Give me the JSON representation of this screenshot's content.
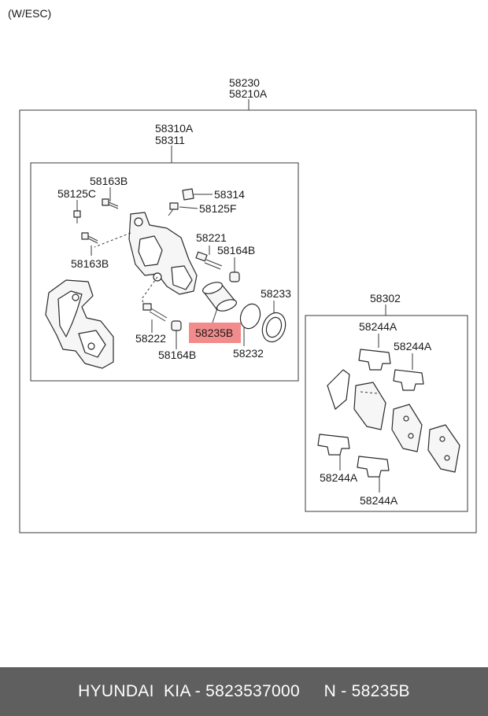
{
  "header_note": "(W/ESC)",
  "assembly": {
    "line1": "58230",
    "line2": "58210A"
  },
  "caliper": {
    "line1": "58310A",
    "line2": "58311"
  },
  "labels": {
    "p58163B_top": "58163B",
    "p58125C": "58125C",
    "p58314": "58314",
    "p58125F": "58125F",
    "p58221": "58221",
    "p58164B_right": "58164B",
    "p58163B_left": "58163B",
    "p58233": "58233",
    "p58235B": "58235B",
    "p58222": "58222",
    "p58164B_bottom": "58164B",
    "p58232": "58232"
  },
  "pad_kit": {
    "title": "58302",
    "clip_top_left": "58244A",
    "clip_top_right": "58244A",
    "clip_bottom_left": "58244A",
    "clip_bottom_right": "58244A"
  },
  "highlight_color": "#f28b8b",
  "footer": {
    "text": "HYUNDAI  KIA - 5823537000     N - 58235B"
  }
}
